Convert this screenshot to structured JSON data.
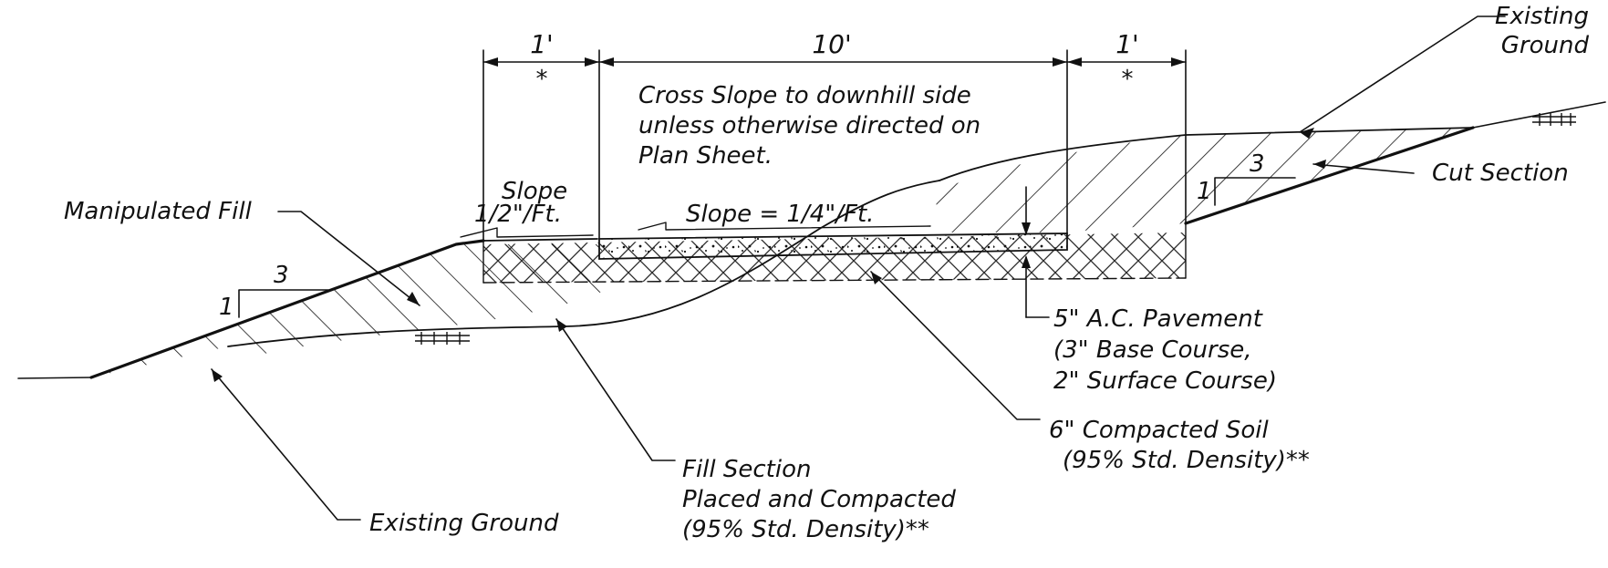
{
  "colors": {
    "ink": "#111111",
    "background": "#ffffff"
  },
  "dimensions": {
    "left_shoulder": "1'",
    "travel_way": "10'",
    "right_shoulder": "1'",
    "left_shoulder_mark": "*",
    "right_shoulder_mark": "*"
  },
  "notes": {
    "cross_slope": [
      "Cross Slope to downhill side",
      "unless otherwise directed on",
      "Plan Sheet."
    ]
  },
  "slopes": {
    "shoulder_slope": [
      "Slope",
      "1/2\"/Ft."
    ],
    "pavement_slope": "Slope = 1/4\"/Ft.",
    "fill_ratio": {
      "rise": "1",
      "run": "3"
    },
    "cut_ratio": {
      "rise": "1",
      "run": "3"
    }
  },
  "labels": {
    "existing_ground_top": [
      "Existing",
      "Ground"
    ],
    "cut_section": "Cut Section",
    "manipulated_fill": "Manipulated Fill",
    "pavement": [
      "5\" A.C. Pavement",
      "(3\" Base Course,",
      "2\" Surface Course)"
    ],
    "compacted_soil": [
      "6\" Compacted Soil",
      "(95% Std. Density)**"
    ],
    "fill_section": [
      "Fill Section",
      "Placed and Compacted",
      "(95% Std. Density)**"
    ],
    "existing_ground_bottom": "Existing Ground"
  }
}
